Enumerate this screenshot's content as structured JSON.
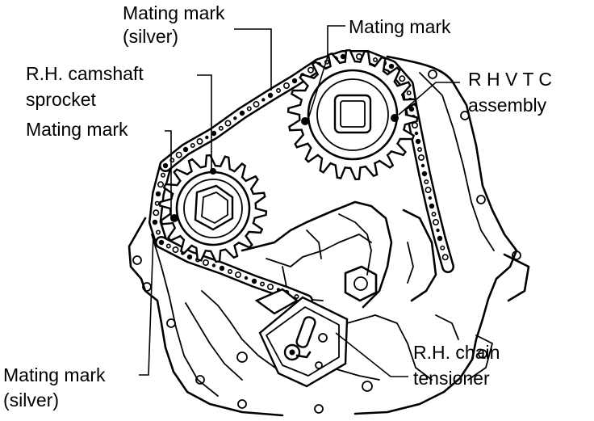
{
  "labels": {
    "mating_mark_silver_top": [
      "Mating mark",
      "(silver)"
    ],
    "mating_mark_top_right": "Mating mark",
    "rh_vtc_assembly": [
      "R H  V T C",
      "assembly"
    ],
    "rh_camshaft_sprocket": [
      "R.H. camshaft",
      "sprocket"
    ],
    "mating_mark_left": "Mating mark",
    "mating_mark_silver_bottom": [
      "Mating mark",
      "(silver)"
    ],
    "rh_chain_tensioner": [
      "R.H. chain",
      "tensioner"
    ]
  }
}
